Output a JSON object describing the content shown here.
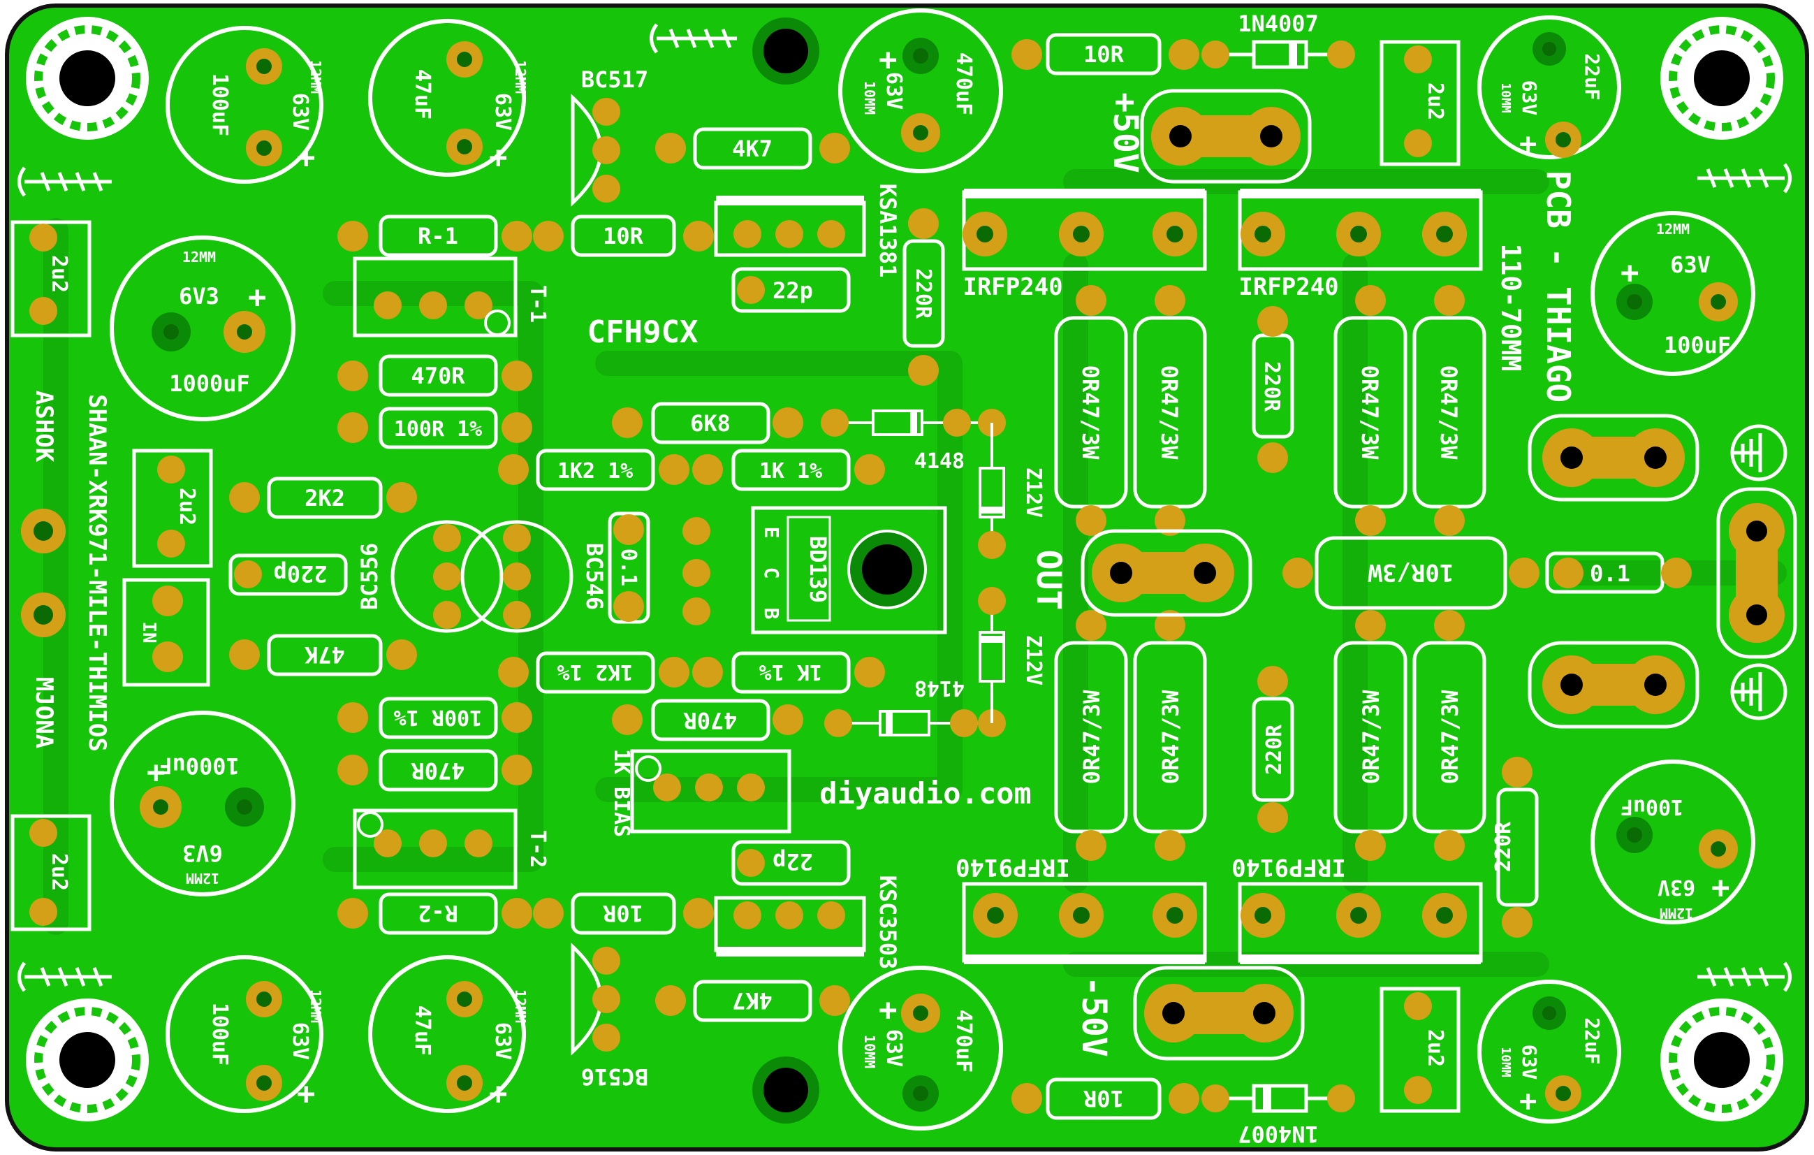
{
  "board": {
    "title": "PCB - THIAGO",
    "supply_range": "110-70MM",
    "credit": "SHAAN-XRK971-MILE-THIMIOS",
    "author1": "ASHOK",
    "author2": "MJONA",
    "site": "diyaudio.com",
    "topology": "CFH9CX",
    "plus_rail": "+50V",
    "minus_rail": "-50V",
    "output": "OUT",
    "input_label": "IN",
    "bias": "1K BIAS",
    "colors": {
      "board": "#16c40a",
      "trace": "#12b008",
      "outline": "#ffffff",
      "pad": "#d4a017",
      "edge": "#111111"
    }
  },
  "labels": {
    "bc517": "BC517",
    "bc516": "BC516",
    "bc556": "BC556",
    "bc546": "BC546",
    "bd139": "BD139",
    "ksa1381": "KSA1381",
    "ksc3503": "KSC3503",
    "irfp240": "IRFP240",
    "irfp9140": "IRFP9140",
    "n4007": "1N4007",
    "d4148": "4148",
    "z12v": "Z12V",
    "t1": "T-1",
    "t2": "T-2",
    "ecb": [
      "E",
      "C",
      "B"
    ]
  },
  "values": {
    "r1": "R-1",
    "r2": "R-2",
    "r10": "10R",
    "r4k7": "4K7",
    "r470": "470R",
    "r100": "100R 1%",
    "r6k8": "6K8",
    "r1k2": "1K2 1%",
    "r1k": "1K 1%",
    "r2k2": "2K2",
    "r47k": "47K",
    "r220": "220R",
    "r0r47": "0R47/3W",
    "r10r3w": "10R/3W",
    "r01": "0.1",
    "c2u2": "2u2",
    "c22p": "22p",
    "c220p": "220p",
    "c1000uf": "1000uF",
    "c6v3": "6V3",
    "c100uf": "100uF",
    "c47uf": "47uF",
    "c470uf": "470uF",
    "c22uf": "22uF",
    "c63v": "63V",
    "mm12": "12MM",
    "mm10": "10MM"
  }
}
